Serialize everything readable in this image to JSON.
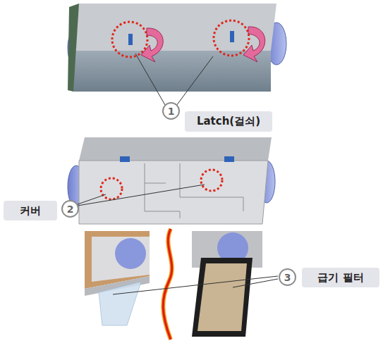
{
  "diagram": {
    "nodes": [
      {
        "text": [
          "1"
        ]
      },
      {
        "text": [
          "Latch(걸쇠)"
        ]
      },
      {
        "text": [
          "커버"
        ]
      },
      {
        "text": [
          "2"
        ]
      },
      {
        "text": [
          "3"
        ]
      },
      {
        "text": [
          "급기 필터"
        ]
      }
    ]
  }
}
